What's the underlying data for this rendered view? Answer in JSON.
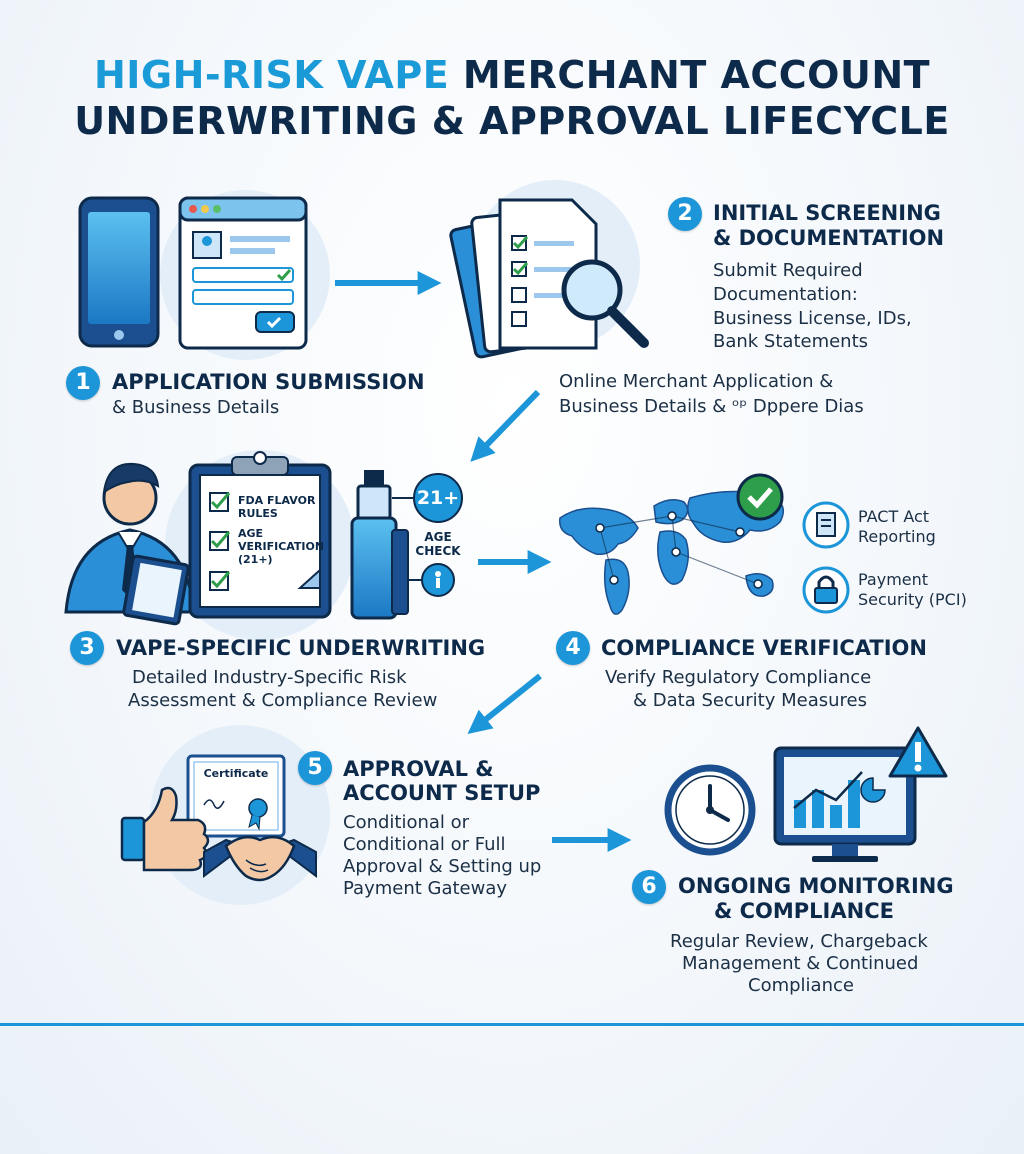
{
  "title": {
    "line1_highlight": "HIGH-RISK VAPE",
    "line1_rest": "MERCHANT ACCOUNT",
    "line2": "UNDERWRITING & APPROVAL LIFECYCLE"
  },
  "colors": {
    "accent": "#1c96d8",
    "navy": "#0d2a4a",
    "check": "#2e9e4b",
    "warning": "#1c96d8"
  },
  "steps": [
    {
      "number": "1",
      "title_lines": [
        "APPLICATION SUBMISSION"
      ],
      "desc_lines": [
        "& Business Details"
      ]
    },
    {
      "number": "2",
      "title_lines": [
        "INITIAL SCREENING",
        "& DOCUMENTATION"
      ],
      "desc_lines": [
        "Submit Required",
        "Documentation:",
        "Business License, IDs,",
        "Bank Statements"
      ]
    },
    {
      "number": "3",
      "title_lines": [
        "VAPE-SPECIFIC UNDERWRITING"
      ],
      "desc_lines": [
        "Detailed Industry-Specific Risk",
        "Assessment & Compliance Review"
      ]
    },
    {
      "number": "4",
      "title_lines": [
        "COMPLIANCE VERIFICATION"
      ],
      "desc_lines": [
        "Verify Regulatory Compliance",
        "& Data Security Measures"
      ]
    },
    {
      "number": "5",
      "title_lines": [
        "APPROVAL &",
        "ACCOUNT SETUP"
      ],
      "desc_lines": [
        "Conditional or",
        "Conditional or Full",
        "Approval & Setting up",
        "Payment Gateway"
      ]
    },
    {
      "number": "6",
      "title_lines": [
        "ONGOING MONITORING",
        "& COMPLIANCE"
      ],
      "desc_lines": [
        "Regular Review, Chargeback",
        "Management & Continued",
        "Compliance"
      ]
    }
  ],
  "online_app_note": [
    "Online Merchant Application &",
    "Business Details & ᵒᵖ Dppere Dias"
  ],
  "checklist": {
    "items": [
      "FDA FLAVOR",
      "RULES",
      "AGE",
      "VERIFICATION",
      "(21+)"
    ]
  },
  "age_badge": {
    "value": "21+",
    "label_lines": [
      "AGE",
      "CHECK"
    ]
  },
  "compliance_items": [
    {
      "icon": "document-icon",
      "label_lines": [
        "PACT Act",
        "Reporting"
      ]
    },
    {
      "icon": "lock-icon",
      "label_lines": [
        "Payment",
        "Security (PCI)"
      ]
    }
  ],
  "certificate_label": "Certificate",
  "icons": [
    "smartphone-icon",
    "browser-form-icon",
    "magnifier-icon",
    "clipboard-icon",
    "vape-device-icon",
    "world-map-icon",
    "thumbs-up-icon",
    "handshake-icon",
    "clock-icon",
    "monitor-chart-icon",
    "warning-icon"
  ]
}
